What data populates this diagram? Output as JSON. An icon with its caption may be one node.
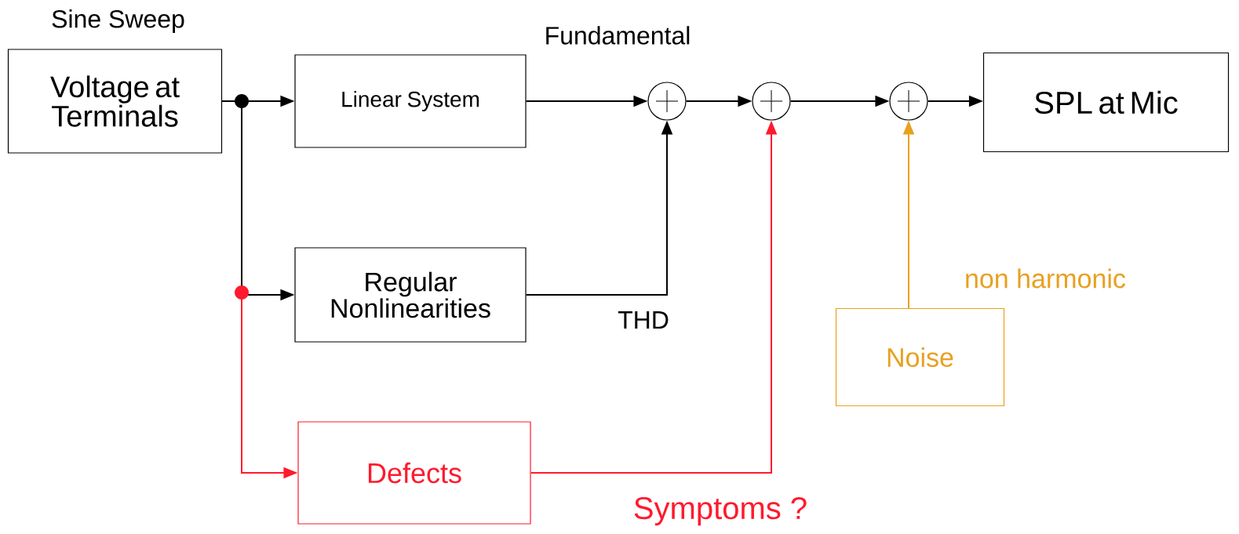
{
  "diagram": {
    "nodes": [
      {
        "text": [
          "Sine Sweep",
          "Voltage at Terminals"
        ]
      },
      {
        "text": [
          "Linear System"
        ]
      },
      {
        "text": [
          "Regular Nonlinearities"
        ]
      },
      {
        "text": [
          "Defects"
        ]
      },
      {
        "text": [],
        "shape": "circle"
      },
      {
        "text": [],
        "shape": "circle"
      },
      {
        "text": [],
        "shape": "circle"
      },
      {
        "text": [
          "SPL at Mic"
        ]
      },
      {
        "text": [
          "Noise"
        ]
      }
    ],
    "edges": [
      {
        "from": 0,
        "to": 1,
        "arrow": "to"
      },
      {
        "from": 0,
        "to": 2,
        "arrow": "to"
      },
      {
        "from": 0,
        "to": 3,
        "arrow": "to",
        "color": "#ff1a2e"
      },
      {
        "from": 1,
        "to": 4,
        "arrow": "to",
        "label": "Fundamental"
      },
      {
        "from": 2,
        "to": 4,
        "arrow": "to",
        "label": "THD"
      },
      {
        "from": 3,
        "to": 5,
        "arrow": "to",
        "label": "Symptoms ?",
        "color": "#ff1a2e"
      },
      {
        "from": 4,
        "to": 5,
        "arrow": "to"
      },
      {
        "from": 5,
        "to": 6,
        "arrow": "to"
      },
      {
        "from": 8,
        "to": 6,
        "arrow": "to",
        "label": "non harmonic",
        "color": "#e8a020"
      },
      {
        "from": 6,
        "to": 7,
        "arrow": "to"
      }
    ]
  }
}
